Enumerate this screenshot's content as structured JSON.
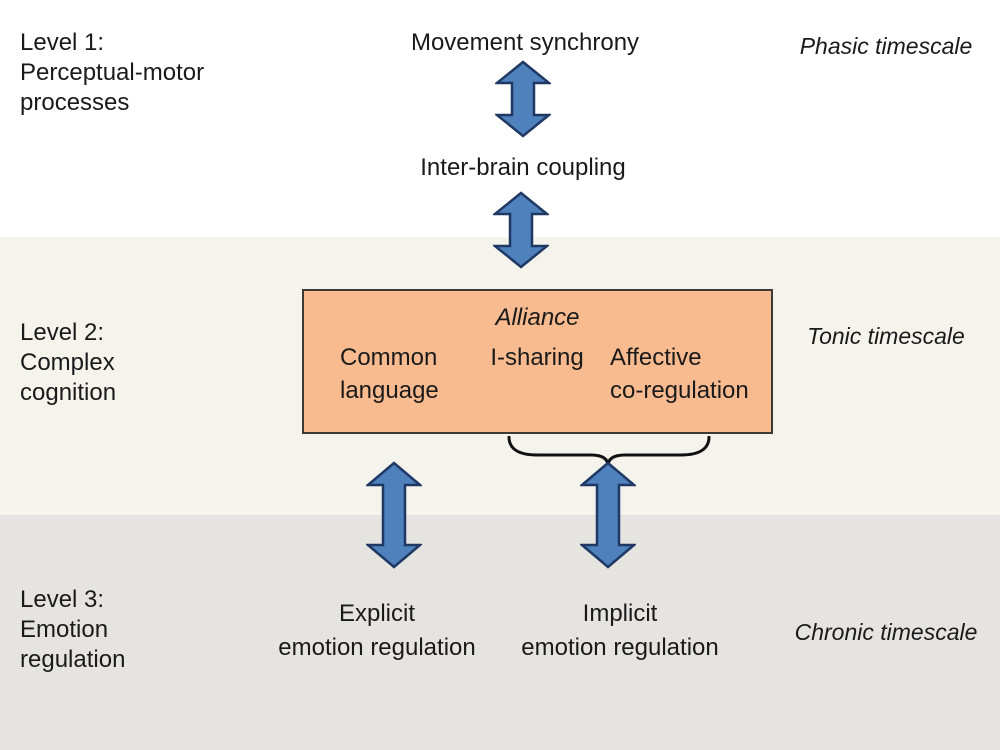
{
  "levels": [
    {
      "label": "Level 1:\nPerceptual-motor\nprocesses",
      "timescale": "Phasic timescale"
    },
    {
      "label": "Level 2:\nComplex\ncognition",
      "timescale": "Tonic timescale"
    },
    {
      "label": "Level 3:\nEmotion\nregulation",
      "timescale": "Chronic timescale"
    }
  ],
  "level1": {
    "movement_synchrony": "Movement synchrony",
    "inter_brain_coupling": "Inter-brain coupling"
  },
  "level2": {
    "alliance_title": "Alliance",
    "common_language": "Common\nlanguage",
    "i_sharing": "I-sharing",
    "affective_coregulation": "Affective\nco-regulation"
  },
  "level3": {
    "explicit_regulation": "Explicit\nemotion regulation",
    "implicit_regulation": "Implicit\nemotion regulation"
  },
  "icons": {
    "bidirectional_arrow": "⇕",
    "brace": "⏟"
  },
  "colors": {
    "band1_bg": "#ffffff",
    "band2_bg": "#f4f3ec",
    "band3_bg": "#e5e4e1",
    "box_fill": "#f8bb90",
    "box_border": "#3d3a35",
    "arrow_fill": "#4f81bd",
    "arrow_stroke": "#1f3864",
    "brace_color": "#111111",
    "text_color": "#1a1a1a"
  }
}
